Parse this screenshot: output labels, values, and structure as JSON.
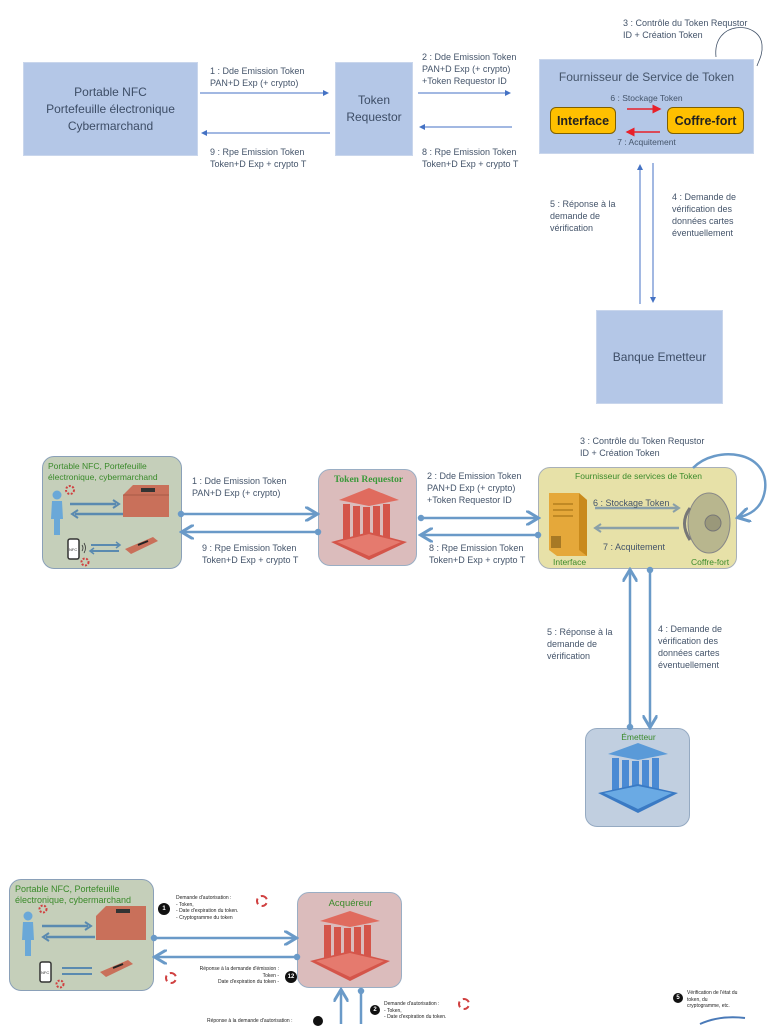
{
  "diagram1": {
    "wallet_box": {
      "line1": "Portable NFC",
      "line2": "Portefeuille électronique",
      "line3": "Cybermarchand"
    },
    "token_requestor_box": {
      "line1": "Token",
      "line2": "Requestor"
    },
    "provider_box": {
      "title": "Fournisseur de Service de Token",
      "interface": "Interface",
      "vault": "Coffre-fort",
      "step6": "6 : Stockage Token",
      "step7": "7 : Acquitement"
    },
    "bank_box": {
      "label": "Banque Emetteur"
    },
    "step1": {
      "line1": "1 : Dde Emission Token",
      "line2": "PAN+D Exp (+ crypto)"
    },
    "step9": {
      "line1": "9 : Rpe Emission Token",
      "line2": "Token+D Exp + crypto T"
    },
    "step2": {
      "line1": "2 : Dde Emission Token",
      "line2": "PAN+D Exp (+ crypto)",
      "line3": "+Token Requestor ID"
    },
    "step8": {
      "line1": "8 : Rpe Emission Token",
      "line2": "Token+D Exp + crypto T"
    },
    "step3": {
      "line1": "3 : Contrôle du Token Requstor",
      "line2": "ID + Création Token"
    },
    "step5": {
      "line1": "5 : Réponse à la",
      "line2": "demande de",
      "line3": "vérification"
    },
    "step4": {
      "line1": "4 : Demande de",
      "line2": "vérification des",
      "line3": "données cartes",
      "line4": "éventuellement"
    },
    "colors": {
      "box": "#b4c7e7",
      "arrow": "#4472c4",
      "red_arrow": "#e8202a",
      "orange": "#ffc000"
    }
  },
  "diagram2": {
    "wallet_box": {
      "line1": "Portable NFC, Portefeuille",
      "line2": "électronique, cybermarchand",
      "nfc": "NFC"
    },
    "token_requestor_box": {
      "title": "Token Requestor"
    },
    "provider_box": {
      "title": "Fournisseur de services de Token",
      "interface": "Interface",
      "vault": "Coffre-fort",
      "step6": "6 : Stockage Token",
      "step7": "7 : Acquitement"
    },
    "issuer_box": {
      "title": "Émetteur"
    },
    "step1": {
      "line1": "1 : Dde Emission Token",
      "line2": "PAN+D Exp (+ crypto)"
    },
    "step9": {
      "line1": "9 : Rpe Emission Token",
      "line2": "Token+D Exp + crypto T"
    },
    "step2": {
      "line1": "2 : Dde Emission Token",
      "line2": "PAN+D Exp (+ crypto)",
      "line3": "+Token Requestor ID"
    },
    "step8": {
      "line1": "8 : Rpe Emission Token",
      "line2": "Token+D Exp + crypto T"
    },
    "step3": {
      "line1": "3 : Contrôle du Token Requstor",
      "line2": "ID + Création Token"
    },
    "step5": {
      "line1": "5 : Réponse à la",
      "line2": "demande de",
      "line3": "vérification"
    },
    "step4": {
      "line1": "4 : Demande de",
      "line2": "vérification des",
      "line3": "données cartes",
      "line4": "éventuellement"
    }
  },
  "diagram3": {
    "wallet_box": {
      "line1": "Portable NFC, Portefeuille",
      "line2": "électronique, cybermarchand",
      "nfc": "NFC"
    },
    "acquirer_box": {
      "title": "Acquéreur"
    },
    "msg1": {
      "badge": "1",
      "title": "Demande d'autorisation :",
      "items": [
        "Token,",
        "Date d'expiration du token.",
        "Cryptogramme du token"
      ]
    },
    "msg12": {
      "badge": "12",
      "title": "Réponse à la demande d'émission :",
      "items": [
        "Token",
        "Date d'expiration du token"
      ]
    },
    "msg2": {
      "badge": "2",
      "title": "Demande d'autorisation :",
      "items": [
        "Token,",
        "Date d'expiration du token."
      ]
    },
    "msg11": {
      "title": "Réponse à la demande d'autorisation :"
    },
    "msg5": {
      "badge": "5",
      "line1": "Vérification de l'état du",
      "line2": "token, du",
      "line3": "cryptogramme, etc."
    }
  }
}
